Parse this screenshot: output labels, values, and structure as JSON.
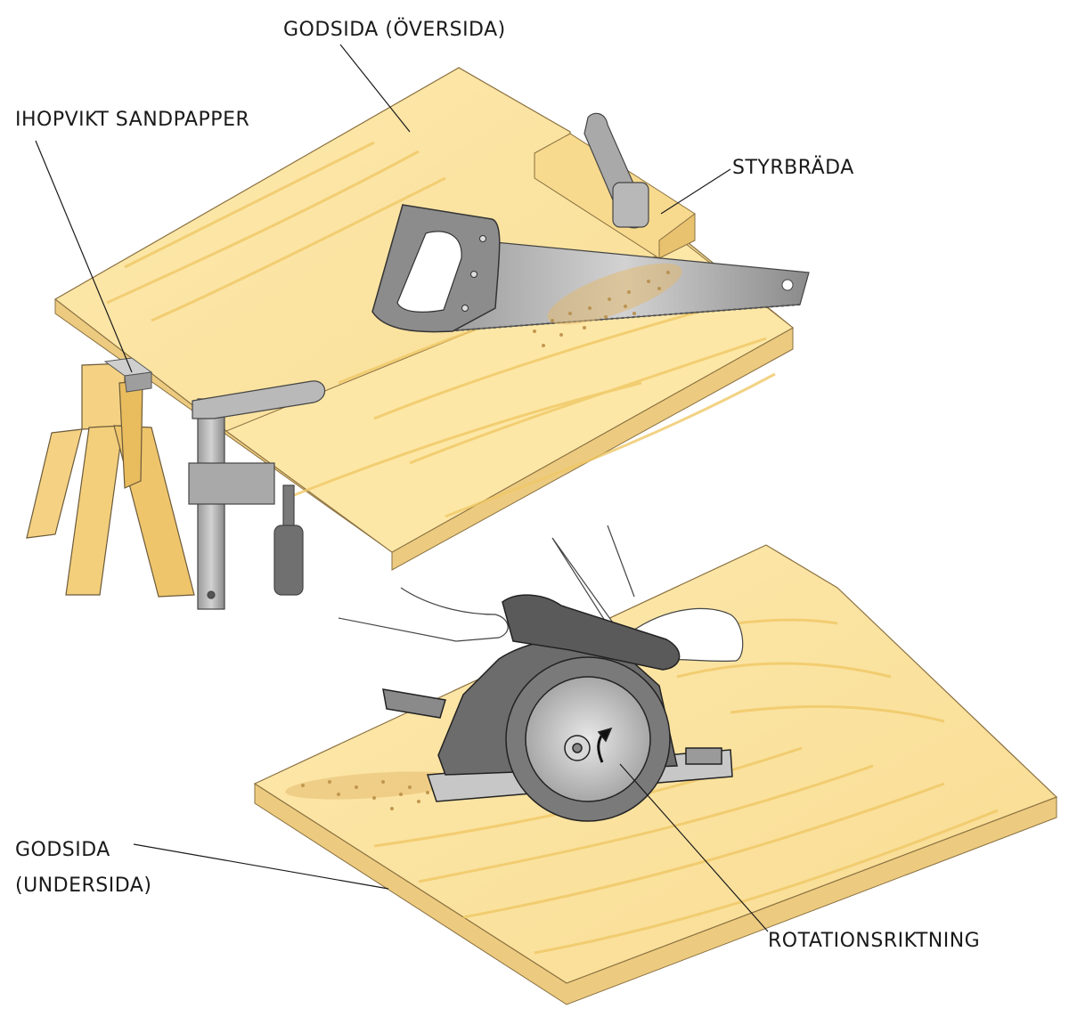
{
  "labels": {
    "top_side": "GODSIDA (ÖVERSIDA)",
    "sandpaper": "IHOPVIKT SANDPAPPER",
    "guide_board": "STYRBRÄDA",
    "bottom_side_line1": "GODSIDA",
    "bottom_side_line2": "(UNDERSIDA)",
    "rotation": "ROTATIONSRIKTNING"
  },
  "colors": {
    "plywood": "#fbe3a0",
    "plywood_grain": "#f0c96a",
    "plywood_edge": "#e8c77a",
    "tool_gray": "#8c8c8c",
    "tool_dark": "#5a5a5a",
    "sawdust": "#c9a160",
    "sawhorse": "#f3cf7c"
  }
}
